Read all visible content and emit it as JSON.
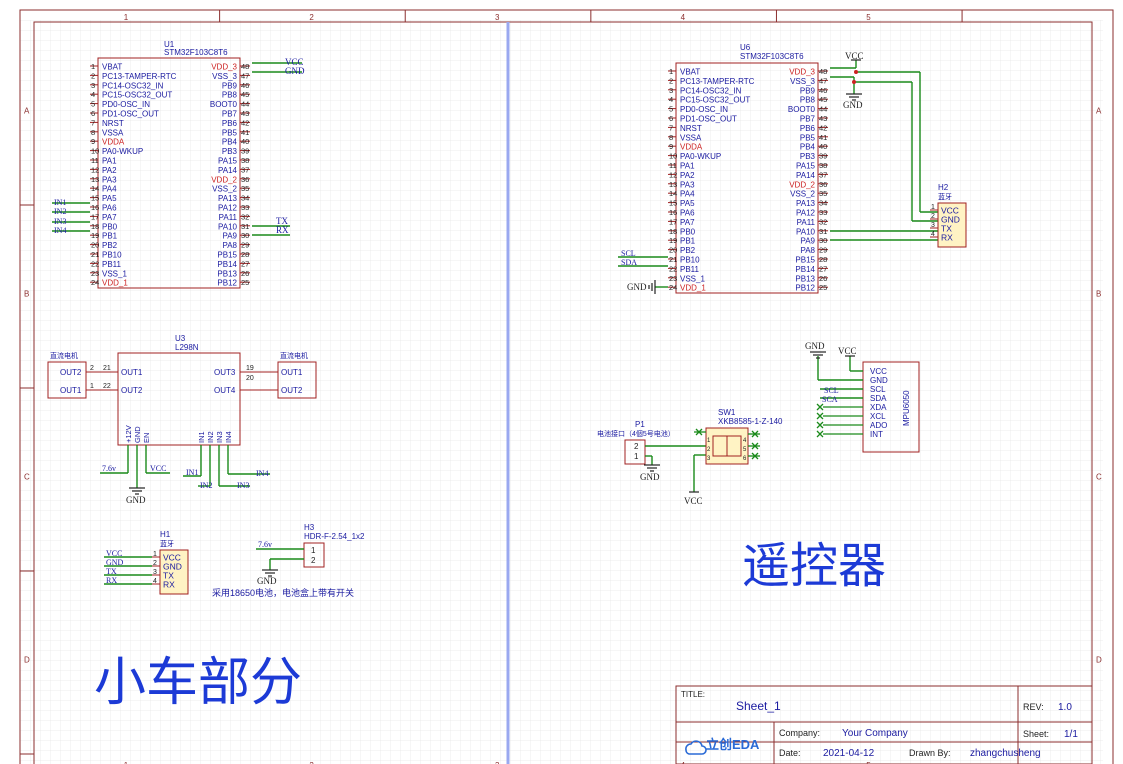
{
  "border": {
    "cols": [
      "1",
      "2",
      "3",
      "4",
      "5"
    ],
    "rows": [
      "A",
      "B",
      "C",
      "D"
    ]
  },
  "u1": {
    "ref": "U1",
    "part": "STM32F103C8T6",
    "left_pins": [
      {
        "num": "1",
        "name": "VBAT"
      },
      {
        "num": "2",
        "name": "PC13-TAMPER-RTC"
      },
      {
        "num": "3",
        "name": "PC14-OSC32_IN"
      },
      {
        "num": "4",
        "name": "PC15-OSC32_OUT"
      },
      {
        "num": "5",
        "name": "PD0-OSC_IN"
      },
      {
        "num": "6",
        "name": "PD1-OSC_OUT"
      },
      {
        "num": "7",
        "name": "NRST"
      },
      {
        "num": "8",
        "name": "VSSA"
      },
      {
        "num": "9",
        "name": "VDDA"
      },
      {
        "num": "10",
        "name": "PA0-WKUP"
      },
      {
        "num": "11",
        "name": "PA1"
      },
      {
        "num": "12",
        "name": "PA2"
      },
      {
        "num": "13",
        "name": "PA3"
      },
      {
        "num": "14",
        "name": "PA4"
      },
      {
        "num": "15",
        "name": "PA5"
      },
      {
        "num": "16",
        "name": "PA6"
      },
      {
        "num": "17",
        "name": "PA7"
      },
      {
        "num": "18",
        "name": "PB0"
      },
      {
        "num": "19",
        "name": "PB1"
      },
      {
        "num": "20",
        "name": "PB2"
      },
      {
        "num": "21",
        "name": "PB10"
      },
      {
        "num": "22",
        "name": "PB11"
      },
      {
        "num": "23",
        "name": "VSS_1"
      },
      {
        "num": "24",
        "name": "VDD_1"
      }
    ],
    "right_pins": [
      {
        "num": "48",
        "name": "VDD_3"
      },
      {
        "num": "47",
        "name": "VSS_3"
      },
      {
        "num": "46",
        "name": "PB9"
      },
      {
        "num": "45",
        "name": "PB8"
      },
      {
        "num": "44",
        "name": "BOOT0"
      },
      {
        "num": "43",
        "name": "PB7"
      },
      {
        "num": "42",
        "name": "PB6"
      },
      {
        "num": "41",
        "name": "PB5"
      },
      {
        "num": "40",
        "name": "PB4"
      },
      {
        "num": "39",
        "name": "PB3"
      },
      {
        "num": "38",
        "name": "PA15"
      },
      {
        "num": "37",
        "name": "PA14"
      },
      {
        "num": "36",
        "name": "VDD_2"
      },
      {
        "num": "35",
        "name": "VSS_2"
      },
      {
        "num": "34",
        "name": "PA13"
      },
      {
        "num": "33",
        "name": "PA12"
      },
      {
        "num": "32",
        "name": "PA11"
      },
      {
        "num": "31",
        "name": "PA10"
      },
      {
        "num": "30",
        "name": "PA9"
      },
      {
        "num": "29",
        "name": "PA8"
      },
      {
        "num": "28",
        "name": "PB15"
      },
      {
        "num": "27",
        "name": "PB14"
      },
      {
        "num": "26",
        "name": "PB13"
      },
      {
        "num": "25",
        "name": "PB12"
      }
    ],
    "nets": {
      "vcc": "VCC",
      "gnd": "GND",
      "in1": "IN1",
      "in2": "IN2",
      "in3": "IN3",
      "in4": "IN4",
      "tx": "TX",
      "rx": "RX"
    }
  },
  "u6": {
    "ref": "U6",
    "part": "STM32F103C8T6",
    "nets": {
      "vcc": "VCC",
      "gnd": "GND",
      "scl": "SCL",
      "sda": "SDA",
      "gnd2": "GND"
    }
  },
  "u3": {
    "ref": "U3",
    "part": "L298N",
    "pins_left": [
      {
        "num": "2",
        "num2": "21",
        "name": "OUT1"
      },
      {
        "num": "1",
        "num2": "22",
        "name": "OUT2"
      }
    ],
    "pins_right": [
      {
        "num": "19",
        "name": "OUT3"
      },
      {
        "num": "20",
        "name": "OUT4"
      }
    ],
    "bottom_pins": [
      "+12V",
      "GND",
      "EN",
      "IN1",
      "IN2",
      "IN3",
      "IN4"
    ],
    "motor_label": "直流电机",
    "motor_left_pins": [
      "OUT2",
      "OUT1"
    ],
    "motor_right_pins": [
      "OUT1",
      "OUT2"
    ],
    "nets": {
      "v76": "7.6v",
      "vcc": "VCC",
      "gnd": "GND",
      "in1": "IN1",
      "in2": "IN2",
      "in3": "IN3",
      "in4": "IN4"
    }
  },
  "h1": {
    "ref": "H1",
    "value": "蓝牙",
    "pins": [
      {
        "num": "1",
        "name": "VCC"
      },
      {
        "num": "2",
        "name": "GND"
      },
      {
        "num": "3",
        "name": "TX"
      },
      {
        "num": "4",
        "name": "RX"
      }
    ],
    "nets": [
      "VCC",
      "GND",
      "TX",
      "RX"
    ]
  },
  "h2": {
    "ref": "H2",
    "value": "蓝牙",
    "pins": [
      {
        "num": "1",
        "name": "VCC"
      },
      {
        "num": "2",
        "name": "GND"
      },
      {
        "num": "3",
        "name": "TX"
      },
      {
        "num": "4",
        "name": "RX"
      }
    ]
  },
  "h3": {
    "ref": "H3",
    "part": "HDR-F-2.54_1x2",
    "pins": [
      "1",
      "2"
    ],
    "nets": {
      "v76": "7.6v",
      "gnd": "GND"
    },
    "note": "采用18650电池，电池盒上带有开关"
  },
  "p1": {
    "ref": "P1",
    "value": "电池接口（4個5号电池）",
    "pins": [
      "2",
      "1"
    ],
    "gnd": "GND"
  },
  "sw1": {
    "ref": "SW1",
    "part": "XKB8585-1-Z-140",
    "pins": [
      "1",
      "2",
      "3",
      "4",
      "5",
      "6"
    ],
    "vcc": "VCC"
  },
  "mpu": {
    "part": "MPU6050",
    "pins": [
      "VCC",
      "GND",
      "SCL",
      "SDA",
      "XDA",
      "XCL",
      "ADO",
      "INT"
    ],
    "nets": {
      "gnd": "GND",
      "vcc": "VCC",
      "scl": "SCL",
      "sca": "SCA"
    }
  },
  "section_car": "小车部分",
  "section_remote": "遥控器",
  "title_block": {
    "title_label": "TITLE:",
    "title": "Sheet_1",
    "rev_label": "REV:",
    "rev": "1.0",
    "company_label": "Company:",
    "company": "Your Company",
    "sheet_label": "Sheet:",
    "sheet": "1/1",
    "date_label": "Date:",
    "date": "2021-04-12",
    "drawn_label": "Drawn By:",
    "drawn": "zhangchusheng",
    "logo": "立创EDA"
  },
  "colors": {
    "border": "#8b2e2e",
    "wire": "#1a8a1a",
    "text": "#1a1aa0",
    "power_red": "#cc2222",
    "grid": "#e4e4e4",
    "divider": "#9aa8f0",
    "handwriting": "#1c3ad6"
  }
}
